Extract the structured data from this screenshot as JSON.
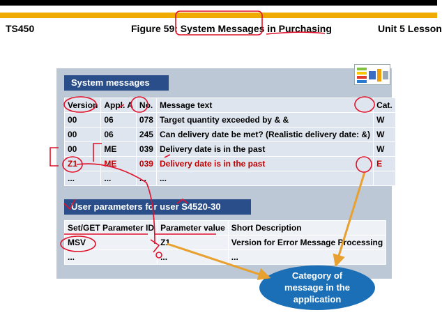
{
  "header": {
    "course": "TS450",
    "figure": "Figure 59: System Messages in Purchasing",
    "unit": "Unit 5 Lesson"
  },
  "system_messages": {
    "title": "System messages",
    "columns": [
      "Version",
      "Appl. A",
      "No.",
      "Message text",
      "Cat."
    ],
    "rows": [
      [
        "00",
        "06",
        "078",
        "Target quantity exceeded by  & &",
        "W"
      ],
      [
        "00",
        "06",
        "245",
        "Can delivery date be met? (Realistic delivery date: &)",
        "W"
      ],
      [
        "00",
        "ME",
        "039",
        "Delivery date is in the past",
        "W"
      ],
      [
        "Z1",
        "ME",
        "039",
        "Delivery date is in the past",
        "E"
      ],
      [
        "...",
        "...",
        "...",
        "...",
        ""
      ]
    ]
  },
  "user_parameters": {
    "title_prefix": "User parameters for user ",
    "user": "S4520-30",
    "columns": [
      "Set/GET Parameter ID",
      "Parameter value",
      "Short Description"
    ],
    "rows": [
      [
        "MSV",
        "Z1",
        "Version for Error Message Processing"
      ],
      [
        "...",
        "...",
        "..."
      ]
    ]
  },
  "callout": {
    "lines": [
      "Category of",
      "message in the",
      "application"
    ]
  },
  "colors": {
    "accent_gold": "#f0ab00",
    "title_bar": "#2a4e8a",
    "error_red": "#c00000",
    "callout_blue": "#1a6fb7",
    "arrow_orange": "#e8a02e",
    "annotation_red": "#e0102a"
  }
}
